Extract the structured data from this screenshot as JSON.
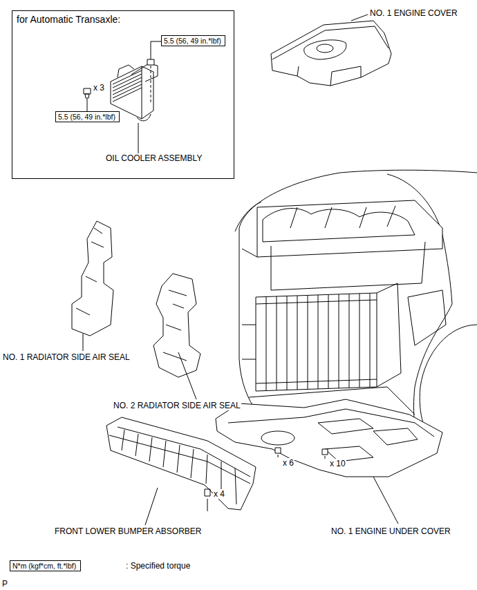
{
  "diagram": {
    "nodes": [
      {
        "text": [
          "for Automatic Transaxle:"
        ]
      },
      {
        "text": [
          "5.5 (56, 49 in.*lbf)"
        ],
        "in": 0
      },
      {
        "text": [
          "5.5 (56, 49 in.*lbf)"
        ],
        "in": 0
      },
      {
        "text": [
          "N*m (kgf*cm, ft.*lbf)"
        ]
      }
    ],
    "labels": [
      "x 3",
      "OIL COOLER ASSEMBLY",
      "NO. 1 ENGINE COVER",
      "NO. 1 RADIATOR SIDE AIR SEAL",
      "NO. 2 RADIATOR SIDE AIR SEAL",
      "x 6",
      "x 10",
      "x 4",
      "FRONT LOWER BUMPER ABSORBER",
      "NO. 1 ENGINE UNDER COVER",
      ": Specified torque",
      "P"
    ]
  }
}
